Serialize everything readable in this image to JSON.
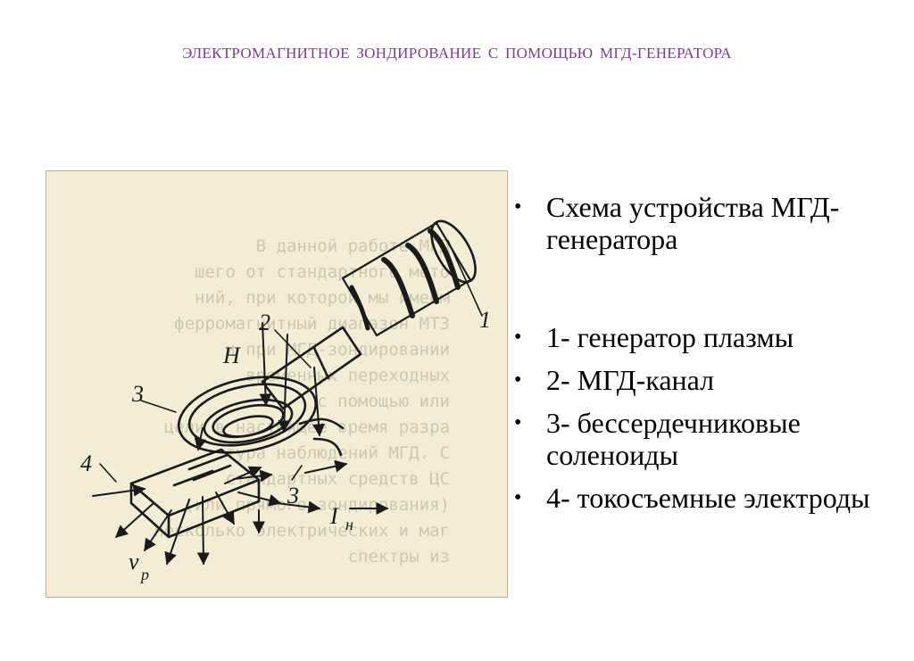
{
  "slide": {
    "title": "ЭЛЕКТРОМАГНИТНОЕ  ЗОНДИРОВАНИЕ  С  ПОМОЩЬЮ  МГД-ГЕНЕРАТОРА"
  },
  "figure": {
    "labels": {
      "n1": "1",
      "n2": "2",
      "n3a": "3",
      "n3b": "3",
      "n4": "4",
      "H": "H",
      "I": "I",
      "I_sub": "н",
      "v": "v",
      "v_sub": "p"
    },
    "colors": {
      "paper": "#f2eed6",
      "ink": "#1a1a1a",
      "ghost_text": "#9e9884"
    },
    "ghost_lines": [
      "В данной работе  МГД",
      "шего от стандартного мето",
      "ний, при которой мы имеем",
      "ферромагнитный диапазон МТЗ",
      "и  при МГД-зондировании",
      "временных    переходных",
      "с помощью   или",
      "цели в настоящее время разра",
      "тура наблюдений МГД. С",
      "стандартных средств ЦС",
      "(или прямого зондирования)",
      "несколько электрических и маг",
      "спектры из"
    ]
  },
  "bullets": [
    {
      "text": "Схема устройства МГД-генератора"
    },
    {
      "text": "1- генератор плазмы"
    },
    {
      "text": "2- МГД-канал"
    },
    {
      "text": "3- бессердечниковые соленоиды"
    },
    {
      "text": "4- токосъемные электроды"
    }
  ],
  "colors": {
    "title": "#7a3d8f",
    "text": "#000000"
  }
}
